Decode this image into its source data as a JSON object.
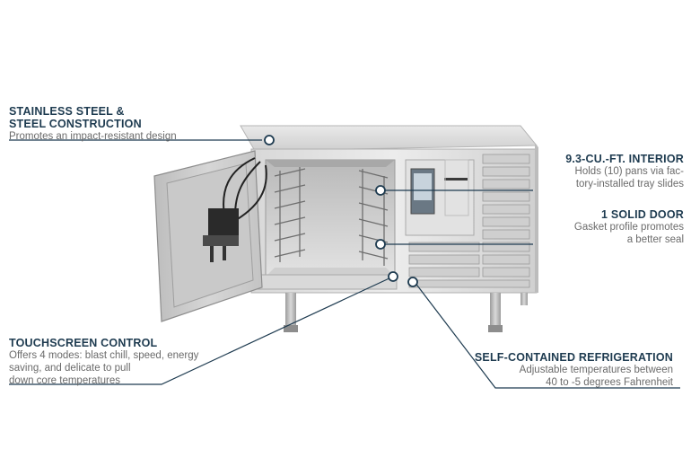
{
  "callouts": {
    "steel": {
      "title_line1": "STAINLESS STEEL &",
      "title_line2": "STEEL CONSTRUCTION",
      "desc": "Promotes an impact-resistant design"
    },
    "interior": {
      "title": "9.3-CU.-FT. INTERIOR",
      "desc_line1": "Holds (10) pans via fac-",
      "desc_line2": "tory-installed tray slides"
    },
    "door": {
      "title": "1 SOLID DOOR",
      "desc_line1": "Gasket profile promotes",
      "desc_line2": "a better seal"
    },
    "touchscreen": {
      "title": "TOUCHSCREEN CONTROL",
      "desc_line1": "Offers 4 modes: blast chill, speed, energy",
      "desc_line2": "saving, and delicate to pull",
      "desc_line3": "down core temperatures"
    },
    "refrigeration": {
      "title": "SELF-CONTAINED REFRIGERATION",
      "desc_line1": "Adjustable temperatures between",
      "desc_line2": "40 to -5 degrees Fahrenheit"
    }
  },
  "colors": {
    "accent": "#1e3b50",
    "line": "#1e3b50",
    "steel_light": "#dcdcdc",
    "steel_dark": "#9a9a9a"
  }
}
